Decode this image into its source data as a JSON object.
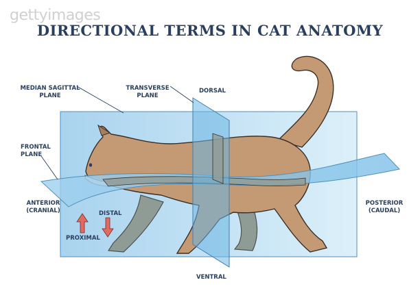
{
  "watermark": "gettyimages",
  "title": "DIRECTIONAL TERMS IN CAT ANATOMY",
  "labels": {
    "median_sagittal_1": "MEDIAN SAGITTAL",
    "median_sagittal_2": "PLANE",
    "transverse_1": "TRANSVERSE",
    "transverse_2": "PLANE",
    "dorsal": "DORSAL",
    "frontal_1": "FRONTAL",
    "frontal_2": "PLANE",
    "anterior_1": "ANTERIOR",
    "anterior_2": "(CRANIAL)",
    "posterior_1": "POSTERIOR",
    "posterior_2": "(CAUDAL)",
    "distal": "DISTAL",
    "proximal": "PROXIMAL",
    "ventral": "VENTRAL"
  },
  "colors": {
    "title": "#2a3f5f",
    "plane_fill": "#bfe0f3",
    "plane_edge": "#5a9cc4",
    "cat_body": "#c49a74",
    "cat_shadow": "#8f9c96",
    "arrow": "#e06b60"
  }
}
